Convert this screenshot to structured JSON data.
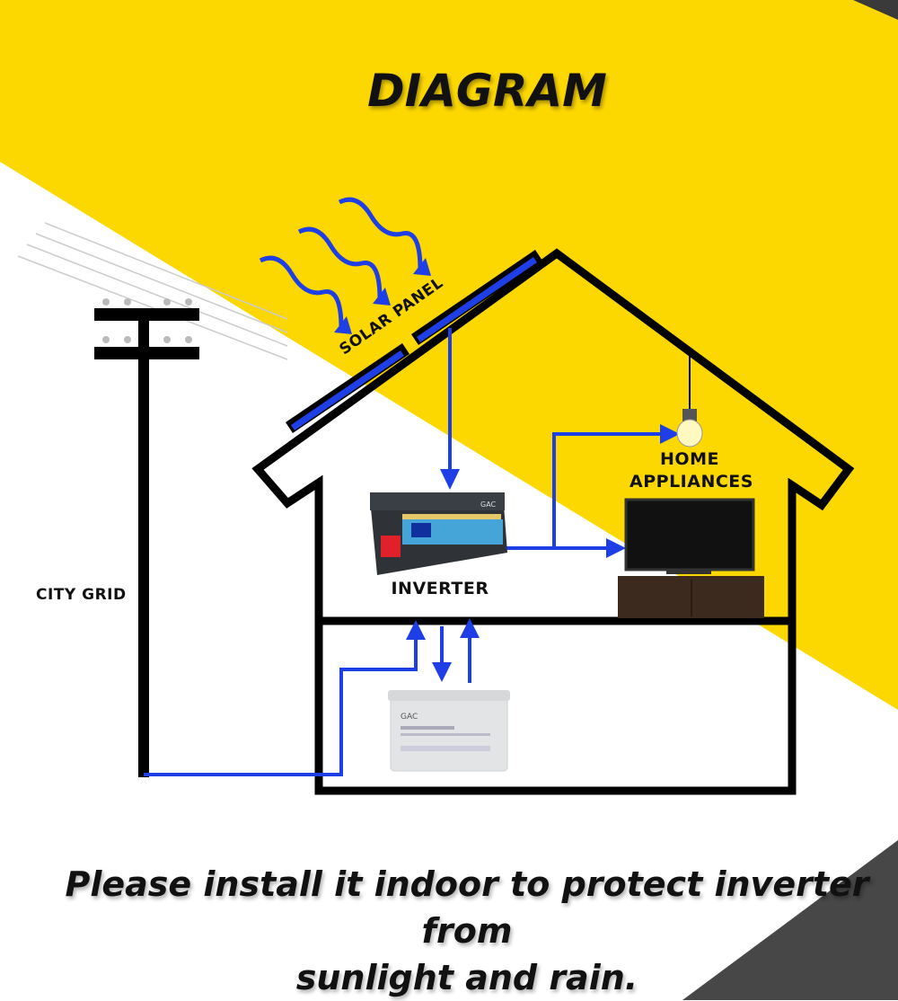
{
  "title": "DIAGRAM",
  "labels": {
    "solar_panel": "SOLAR PANEL",
    "home_appliances_line1": "HOME",
    "home_appliances_line2": "APPLIANCES",
    "inverter": "INVERTER",
    "city_grid": "CITY GRID"
  },
  "note_line1": "Please install it indoor to protect inverter from",
  "note_line2": "sunlight and rain.",
  "colors": {
    "yellow": "#FDD800",
    "wire": "#1F3FE6",
    "outline": "#000000",
    "dark": "#3a3a3a"
  },
  "logo_text": "GAC"
}
